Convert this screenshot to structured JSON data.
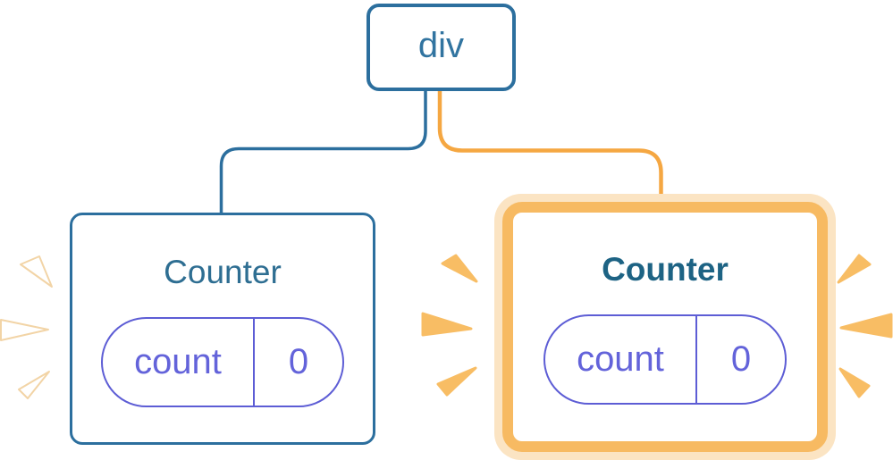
{
  "diagram": {
    "root_node": {
      "label": "div"
    },
    "cards": {
      "left": {
        "title": "Counter",
        "state_key": "count",
        "state_value": "0",
        "highlighted": false
      },
      "right": {
        "title": "Counter",
        "state_key": "count",
        "state_value": "0",
        "highlighted": true
      }
    },
    "colors": {
      "node_border_blue": "#2c6f9e",
      "node_text_blue": "#3174a0",
      "title_blue_left": "#2e6e92",
      "title_blue_right": "#1d6384",
      "pill_purple": "#5d5dd5",
      "pill_text_purple": "#6363da",
      "connector_orange": "#f5a742",
      "highlight_orange": "#f7ba62",
      "highlight_cream": "#fbe4c3",
      "spark_orange": "#f8bd64",
      "spark_white": "#ffffff"
    }
  }
}
